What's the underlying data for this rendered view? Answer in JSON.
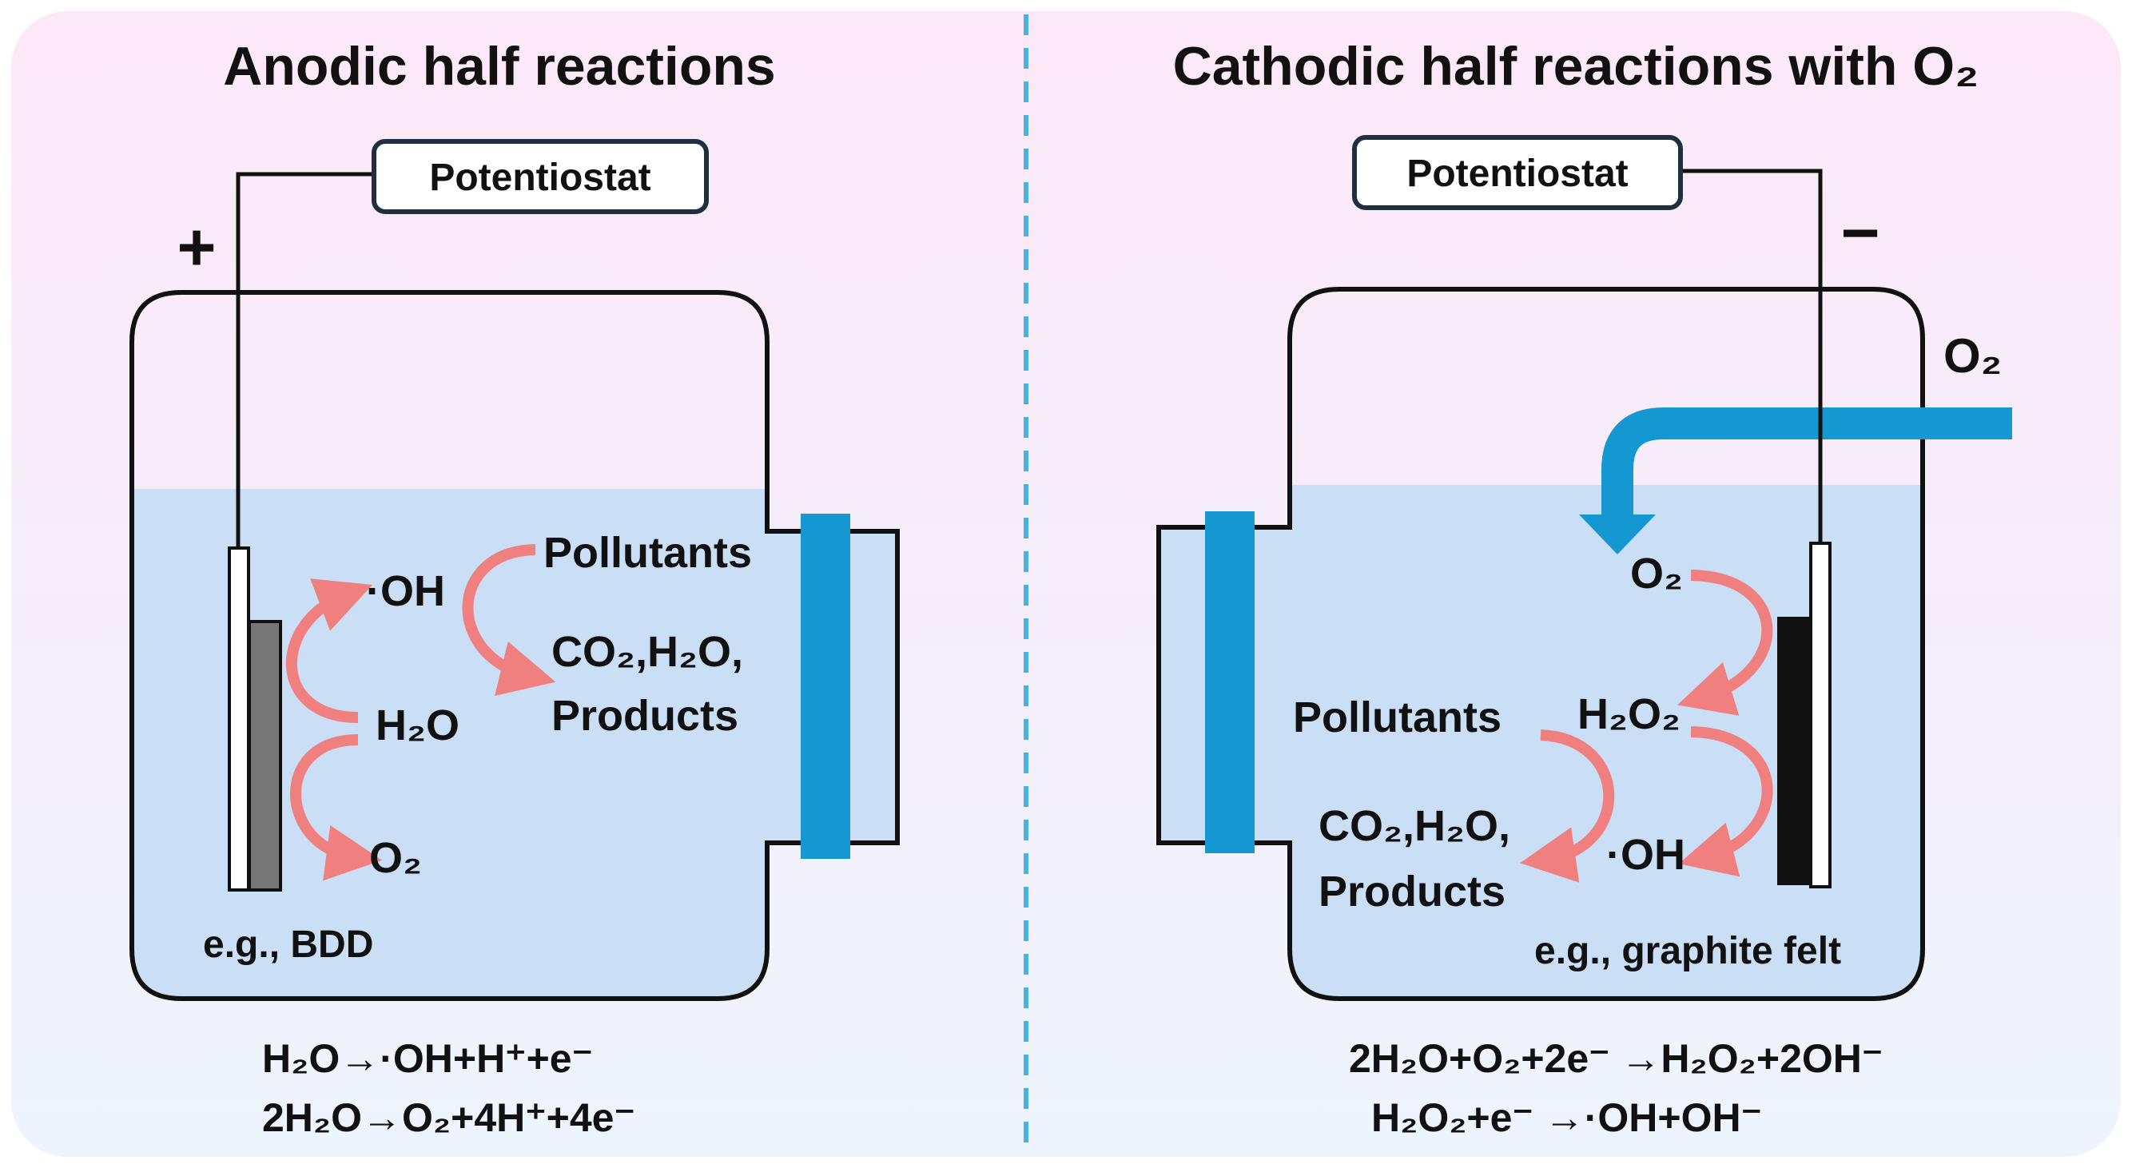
{
  "left": {
    "title": "Anodic half reactions",
    "potentiostat": "Potentiostat",
    "sign": "+",
    "species": {
      "oh": "·OH",
      "h2o": "H₂O",
      "o2": "O₂",
      "pollutants": "Pollutants",
      "products_line1": "CO₂,H₂O,",
      "products_line2": "Products"
    },
    "electrode_note": "e.g., BDD",
    "equations": [
      "H₂O→·OH+H⁺+e⁻",
      "2H₂O→O₂+4H⁺+4e⁻"
    ]
  },
  "right": {
    "title": "Cathodic half reactions with O₂",
    "potentiostat": "Potentiostat",
    "sign": "−",
    "o2_inlet": "O₂",
    "species": {
      "o2": "O₂",
      "h2o2": "H₂O₂",
      "oh": "·OH",
      "pollutants": "Pollutants",
      "products_line1": "CO₂,H₂O,",
      "products_line2": "Products"
    },
    "electrode_note": "e.g., graphite felt",
    "equations": [
      "2H₂O+O₂+2e⁻ →H₂O₂+2OH⁻",
      "H₂O₂+e⁻ →·OH+OH⁻"
    ]
  },
  "colors": {
    "background_top": "#fde8f7",
    "background_bottom": "#eef4fd",
    "solution": "#cadef5",
    "membrane": "#1598d2",
    "divider": "#4ab2e2",
    "reaction_arrow": "#f08080",
    "outline": "#111111"
  }
}
